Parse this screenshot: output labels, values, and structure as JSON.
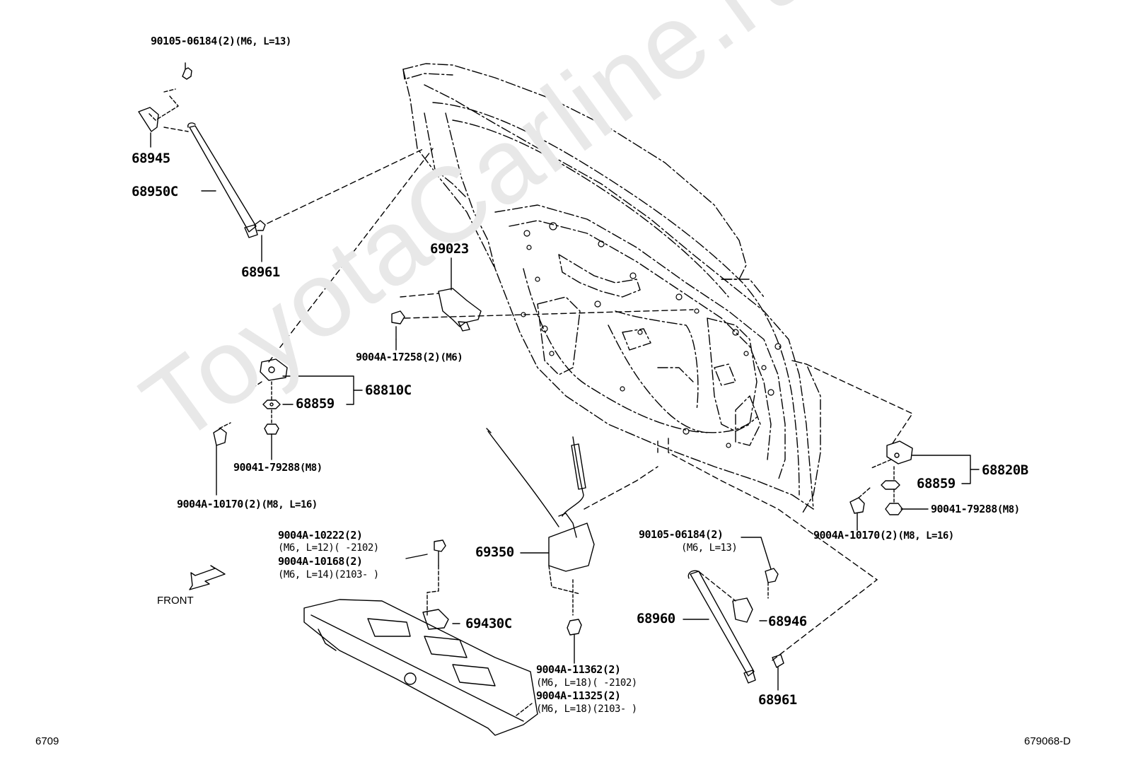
{
  "watermark": "ToyotaCarline.ru",
  "footer": {
    "page_code": "6709",
    "figure_code": "679068-D"
  },
  "direction": {
    "label": "FRONT"
  },
  "parts": {
    "bolt_top_left": {
      "part": "90105-06184(2)",
      "spec": "(M6, L=13)"
    },
    "bracket_upper_left": "68945",
    "strut_left": "68950C",
    "ball_stud_left": "68961",
    "handle": "69023",
    "handle_nut": {
      "part": "9004A-17258(2)",
      "spec": "(M6)"
    },
    "hinge_left_assy": "68810C",
    "washer_left": "68859",
    "nut_left": {
      "part": "90041-79288",
      "spec": "(M8)"
    },
    "bolt_left": {
      "part": "9004A-10170(2)",
      "spec": "(M8, L=16)"
    },
    "striker_bolt_a": {
      "part": "9004A-10222(2)",
      "spec": "(M6, L=12)(      -2102)"
    },
    "striker_bolt_b": {
      "part": "9004A-10168(2)",
      "spec": "(M6, L=14)(2103-      )"
    },
    "lock": "69350",
    "striker": "69430C",
    "lock_bolt_a": {
      "part": "9004A-11362(2)",
      "spec": "(M6, L=18)(      -2102)"
    },
    "lock_bolt_b": {
      "part": "9004A-11325(2)",
      "spec": "(M6, L=18)(2103-      )"
    },
    "hinge_right_assy": "68820B",
    "washer_right": "68859",
    "nut_right": {
      "part": "90041-79288",
      "spec": "(M8)"
    },
    "bolt_right": {
      "part": "9004A-10170(2)",
      "spec": "(M8, L=16)"
    },
    "bolt_right_upper": {
      "part": "90105-06184(2)",
      "spec": "(M6, L=13)"
    },
    "strut_right": "68960",
    "bracket_right": "68946",
    "ball_stud_right": "68961"
  }
}
